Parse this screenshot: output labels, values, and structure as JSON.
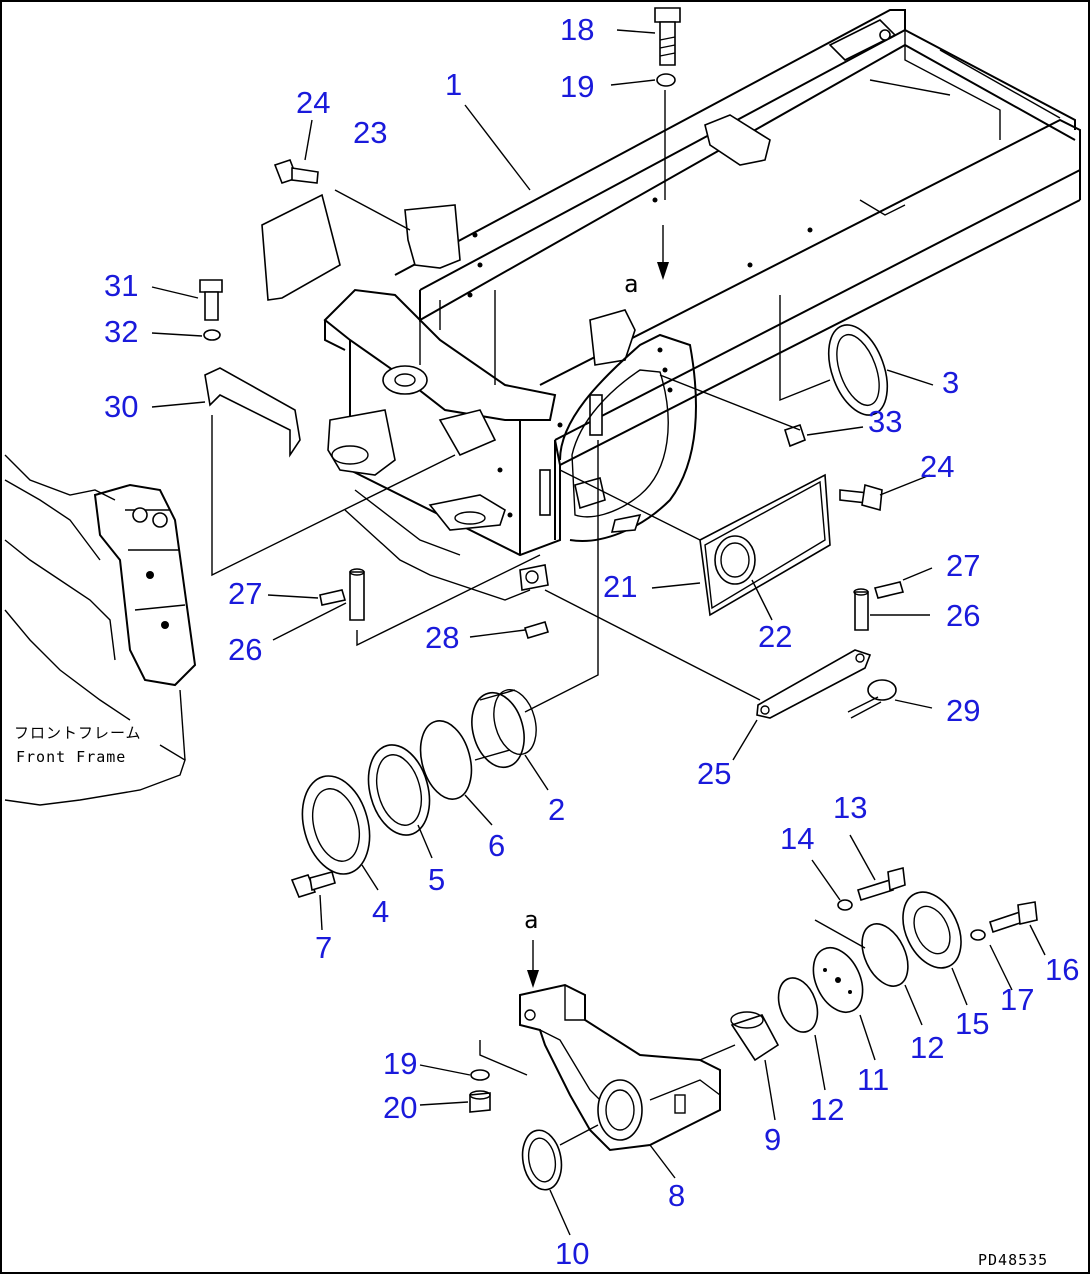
{
  "drawing_code": "PD48535",
  "front_frame_label_jp": "フロントフレーム",
  "front_frame_label_en": "Front Frame",
  "view_arrow_top": "a",
  "view_arrow_bottom": "a",
  "callouts": {
    "c1": "1",
    "c2": "2",
    "c3": "3",
    "c4": "4",
    "c5": "5",
    "c6": "6",
    "c7": "7",
    "c8": "8",
    "c9": "9",
    "c10": "10",
    "c11": "11",
    "c12a": "12",
    "c12b": "12",
    "c13": "13",
    "c14": "14",
    "c15": "15",
    "c16": "16",
    "c17": "17",
    "c18": "18",
    "c19a": "19",
    "c19b": "19",
    "c20": "20",
    "c21": "21",
    "c22": "22",
    "c23": "23",
    "c24a": "24",
    "c24b": "24",
    "c25": "25",
    "c26a": "26",
    "c26b": "26",
    "c27a": "27",
    "c27b": "27",
    "c28": "28",
    "c29": "29",
    "c30": "30",
    "c31": "31",
    "c32": "32",
    "c33": "33"
  },
  "colors": {
    "callout": "#1a1adb",
    "line": "#000000",
    "background": "#ffffff"
  }
}
